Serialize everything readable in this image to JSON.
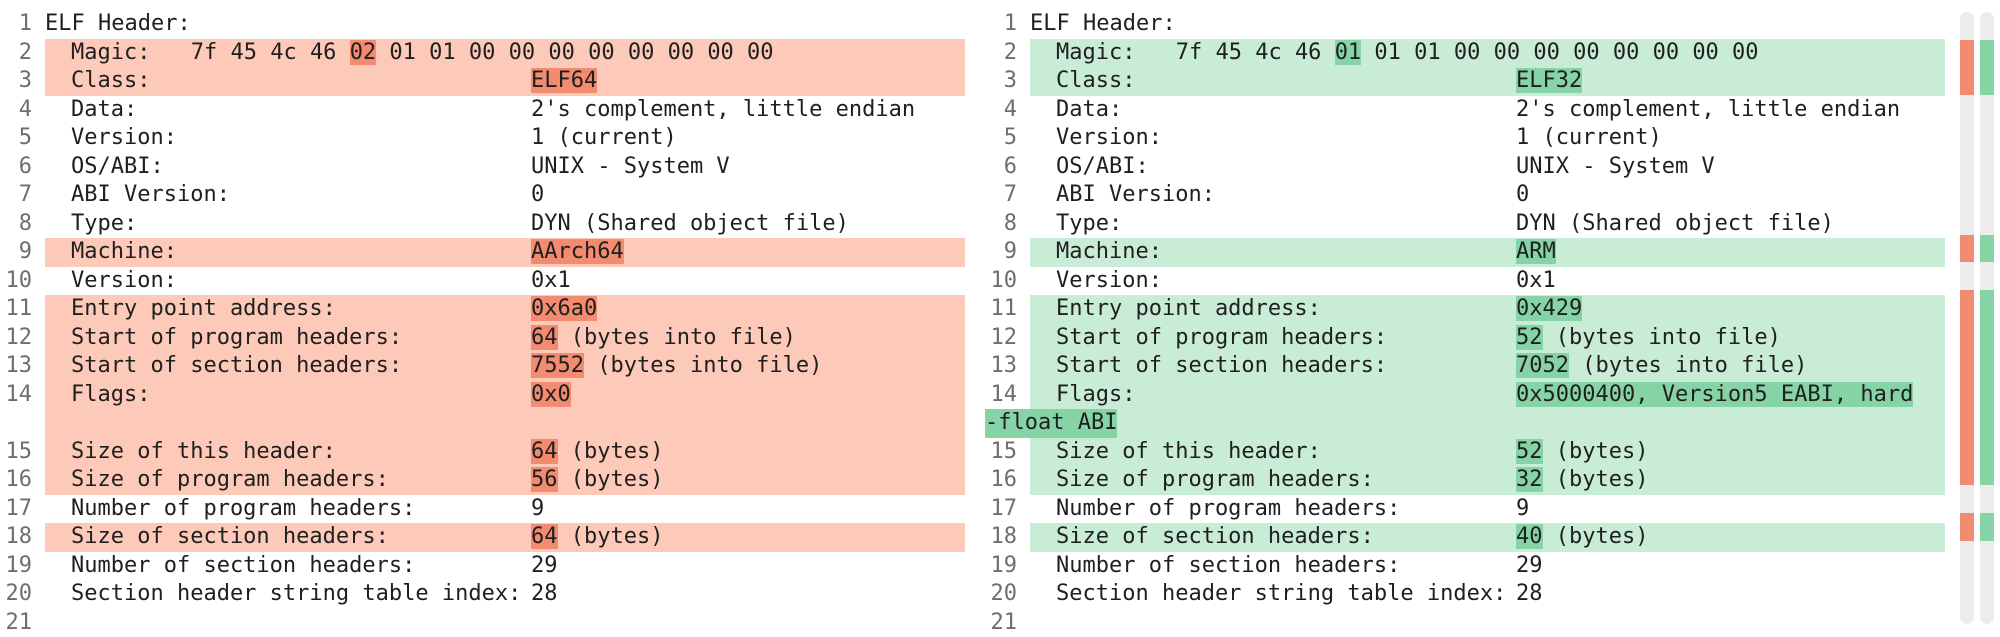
{
  "left": {
    "lines": [
      {
        "n": "1",
        "header": true,
        "label": "ELF Header:",
        "changed": false
      },
      {
        "n": "2",
        "label": "Magic:",
        "value_parts": [
          [
            "   7f 45 4c 46 ",
            false
          ],
          [
            "02",
            true
          ],
          [
            " 01 01 00 00 00 00 00 00 00 00",
            false
          ]
        ],
        "changed": true,
        "magic": true
      },
      {
        "n": "3",
        "label": "Class:",
        "value_parts": [
          [
            "ELF64",
            true
          ]
        ],
        "changed": true
      },
      {
        "n": "4",
        "label": "Data:",
        "value_parts": [
          [
            "2's complement, little endian",
            false
          ]
        ],
        "changed": false
      },
      {
        "n": "5",
        "label": "Version:",
        "value_parts": [
          [
            "1 (current)",
            false
          ]
        ],
        "changed": false
      },
      {
        "n": "6",
        "label": "OS/ABI:",
        "value_parts": [
          [
            "UNIX - System V",
            false
          ]
        ],
        "changed": false
      },
      {
        "n": "7",
        "label": "ABI Version:",
        "value_parts": [
          [
            "0",
            false
          ]
        ],
        "changed": false
      },
      {
        "n": "8",
        "label": "Type:",
        "value_parts": [
          [
            "DYN (Shared object file)",
            false
          ]
        ],
        "changed": false
      },
      {
        "n": "9",
        "label": "Machine:",
        "value_parts": [
          [
            "AArch64",
            true
          ]
        ],
        "changed": true
      },
      {
        "n": "10",
        "label": "Version:",
        "value_parts": [
          [
            "0x1",
            false
          ]
        ],
        "changed": false
      },
      {
        "n": "11",
        "label": "Entry point address:",
        "value_parts": [
          [
            "0x6a0",
            true
          ]
        ],
        "changed": true
      },
      {
        "n": "12",
        "label": "Start of program headers:",
        "value_parts": [
          [
            "64",
            true
          ],
          [
            " (bytes into file)",
            false
          ]
        ],
        "changed": true
      },
      {
        "n": "13",
        "label": "Start of section headers:",
        "value_parts": [
          [
            "7552",
            true
          ],
          [
            " (bytes into file)",
            false
          ]
        ],
        "changed": true
      },
      {
        "n": "14",
        "label": "Flags:",
        "value_parts": [
          [
            "0x0",
            true
          ]
        ],
        "changed": true,
        "tall": true
      },
      {
        "n": "15",
        "label": "Size of this header:",
        "value_parts": [
          [
            "64",
            true
          ],
          [
            " (bytes)",
            false
          ]
        ],
        "changed": true
      },
      {
        "n": "16",
        "label": "Size of program headers:",
        "value_parts": [
          [
            "56",
            true
          ],
          [
            " (bytes)",
            false
          ]
        ],
        "changed": true
      },
      {
        "n": "17",
        "label": "Number of program headers:",
        "value_parts": [
          [
            "9",
            false
          ]
        ],
        "changed": false
      },
      {
        "n": "18",
        "label": "Size of section headers:",
        "value_parts": [
          [
            "64",
            true
          ],
          [
            " (bytes)",
            false
          ]
        ],
        "changed": true
      },
      {
        "n": "19",
        "label": "Number of section headers:",
        "value_parts": [
          [
            "29",
            false
          ]
        ],
        "changed": false
      },
      {
        "n": "20",
        "label": "Section header string table index:",
        "value_parts": [
          [
            "28",
            false
          ]
        ],
        "changed": false
      },
      {
        "n": "21",
        "label": "",
        "value_parts": [],
        "changed": false
      }
    ]
  },
  "right": {
    "lines": [
      {
        "n": "1",
        "header": true,
        "label": "ELF Header:",
        "changed": false
      },
      {
        "n": "2",
        "label": "Magic:",
        "value_parts": [
          [
            "   7f 45 4c 46 ",
            false
          ],
          [
            "01",
            true
          ],
          [
            " 01 01 00 00 00 00 00 00 00 00",
            false
          ]
        ],
        "changed": true,
        "magic": true
      },
      {
        "n": "3",
        "label": "Class:",
        "value_parts": [
          [
            "ELF32",
            true
          ]
        ],
        "changed": true
      },
      {
        "n": "4",
        "label": "Data:",
        "value_parts": [
          [
            "2's complement, little endian",
            false
          ]
        ],
        "changed": false
      },
      {
        "n": "5",
        "label": "Version:",
        "value_parts": [
          [
            "1 (current)",
            false
          ]
        ],
        "changed": false
      },
      {
        "n": "6",
        "label": "OS/ABI:",
        "value_parts": [
          [
            "UNIX - System V",
            false
          ]
        ],
        "changed": false
      },
      {
        "n": "7",
        "label": "ABI Version:",
        "value_parts": [
          [
            "0",
            false
          ]
        ],
        "changed": false
      },
      {
        "n": "8",
        "label": "Type:",
        "value_parts": [
          [
            "DYN (Shared object file)",
            false
          ]
        ],
        "changed": false
      },
      {
        "n": "9",
        "label": "Machine:",
        "value_parts": [
          [
            "ARM",
            true
          ]
        ],
        "changed": true
      },
      {
        "n": "10",
        "label": "Version:",
        "value_parts": [
          [
            "0x1",
            false
          ]
        ],
        "changed": false
      },
      {
        "n": "11",
        "label": "Entry point address:",
        "value_parts": [
          [
            "0x429",
            true
          ]
        ],
        "changed": true
      },
      {
        "n": "12",
        "label": "Start of program headers:",
        "value_parts": [
          [
            "52",
            true
          ],
          [
            " (bytes into file)",
            false
          ]
        ],
        "changed": true
      },
      {
        "n": "13",
        "label": "Start of section headers:",
        "value_parts": [
          [
            "7052",
            true
          ],
          [
            " (bytes into file)",
            false
          ]
        ],
        "changed": true
      },
      {
        "n": "14",
        "label": "Flags:",
        "value_parts": [
          [
            "0x5000400, Version5 EABI, hard",
            true
          ]
        ],
        "wrap": "-float ABI",
        "changed": true,
        "tall": true
      },
      {
        "n": "15",
        "label": "Size of this header:",
        "value_parts": [
          [
            "52",
            true
          ],
          [
            " (bytes)",
            false
          ]
        ],
        "changed": true
      },
      {
        "n": "16",
        "label": "Size of program headers:",
        "value_parts": [
          [
            "32",
            true
          ],
          [
            " (bytes)",
            false
          ]
        ],
        "changed": true
      },
      {
        "n": "17",
        "label": "Number of program headers:",
        "value_parts": [
          [
            "9",
            false
          ]
        ],
        "changed": false
      },
      {
        "n": "18",
        "label": "Size of section headers:",
        "value_parts": [
          [
            "40",
            true
          ],
          [
            " (bytes)",
            false
          ]
        ],
        "changed": true
      },
      {
        "n": "19",
        "label": "Number of section headers:",
        "value_parts": [
          [
            "29",
            false
          ]
        ],
        "changed": false
      },
      {
        "n": "20",
        "label": "Section header string table index:",
        "value_parts": [
          [
            "28",
            false
          ]
        ],
        "changed": false
      },
      {
        "n": "21",
        "label": "",
        "value_parts": [],
        "changed": false
      }
    ]
  },
  "colors": {
    "deleted_line": "#fdc9b8",
    "deleted_word": "#f28b6f",
    "added_line": "#c8ecd6",
    "added_word": "#86d4a6"
  }
}
